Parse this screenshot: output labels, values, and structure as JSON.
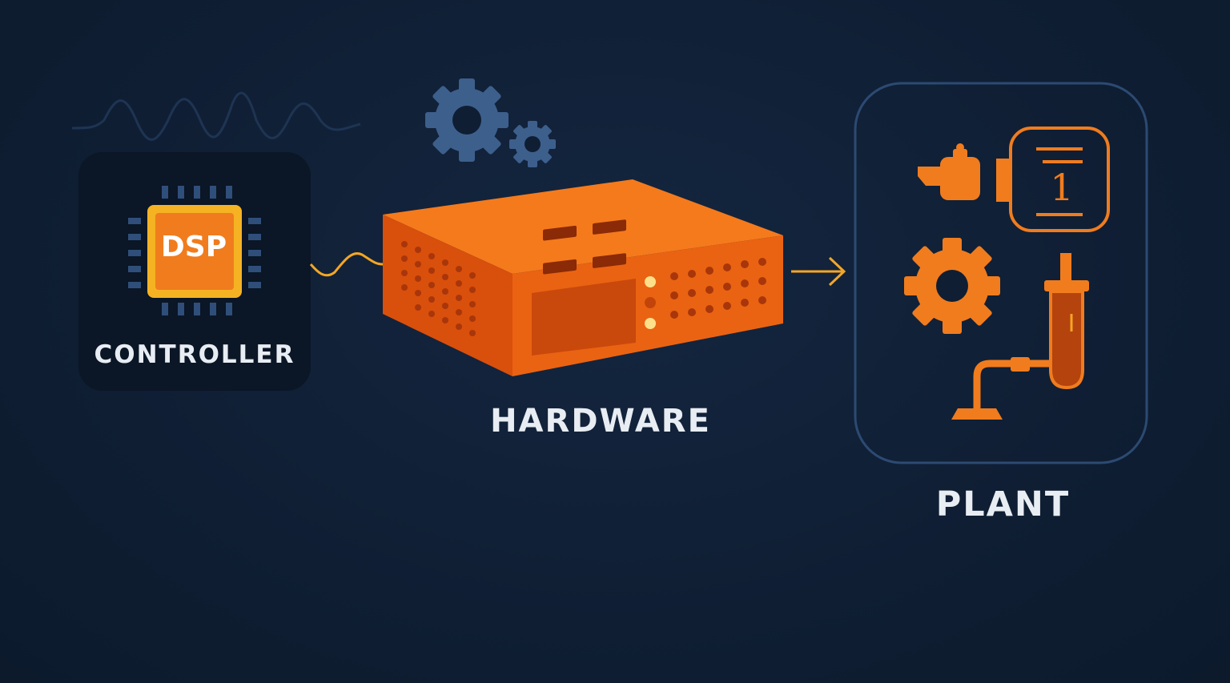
{
  "nodes": {
    "controller": {
      "chip_text": "DSP",
      "label": "CONTROLLER"
    },
    "hardware": {
      "label": "HARDWARE"
    },
    "plant": {
      "label": "PLANT",
      "display_digit": "1"
    }
  },
  "icons": [
    "sine-wave-icon",
    "gear-icon",
    "chip-icon",
    "server-box-icon",
    "arrow-right-icon",
    "actuator-icon",
    "display-icon",
    "test-tube-icon"
  ],
  "colors": {
    "background": "#0f1e33",
    "accent_orange": "#f07c1e",
    "chip_yellow": "#f5b323",
    "gear_blue": "#3d5f8c",
    "panel_dark": "#0b1626",
    "plant_border": "#2c4a72",
    "label_text": "#e8edf3"
  }
}
